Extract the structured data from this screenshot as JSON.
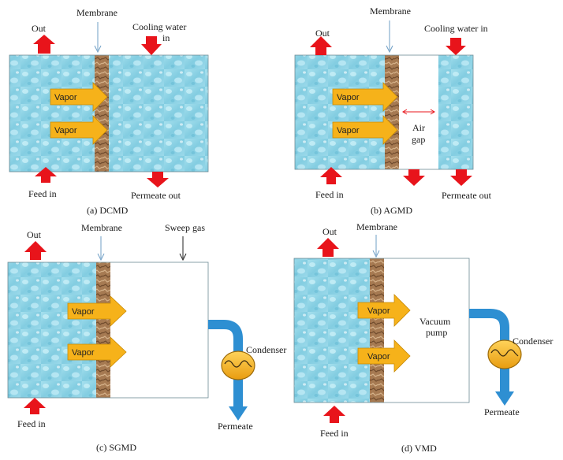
{
  "colors": {
    "water": "#8fd4e4",
    "water_dark": "#5bb9d2",
    "membrane": "#a67a52",
    "membrane_dark": "#6e4a2c",
    "red_arrow": "#e8141b",
    "vapor_arrow": "#f6b21a",
    "blue_pipe": "#2e8fd2",
    "condenser": "#f4b21c"
  },
  "icons": {
    "out": "red-arrow-up-icon",
    "feed": "red-arrow-up-icon",
    "cooling": "red-arrow-down-icon",
    "permeate": "red-arrow-down-icon",
    "vapor": "yellow-arrow-right-icon",
    "condenser": "condenser-icon",
    "pointer": "thin-arrow-down-icon"
  },
  "panels": {
    "dcmd": {
      "caption": "(a) DCMD",
      "out": "Out",
      "membrane": "Membrane",
      "cooling_1": "Cooling water",
      "cooling_2": "in",
      "vapor": [
        "Vapor",
        "Vapor"
      ],
      "feed": "Feed in",
      "permeate": "Permeate out"
    },
    "agmd": {
      "caption": "(b) AGMD",
      "out": "Out",
      "membrane": "Membrane",
      "cooling": "Cooling water in",
      "vapor": [
        "Vapor",
        "Vapor"
      ],
      "air_1": "Air",
      "air_2": "gap",
      "feed": "Feed in",
      "permeate": "Permeate out"
    },
    "sgmd": {
      "caption": "(c) SGMD",
      "out": "Out",
      "membrane": "Membrane",
      "sweep": "Sweep gas",
      "vapor": [
        "Vapor",
        "Vapor"
      ],
      "condenser": "Condenser",
      "permeate": "Permeate",
      "feed": "Feed in"
    },
    "vmd": {
      "caption": "(d) VMD",
      "out": "Out",
      "membrane": "Membrane",
      "vapor": [
        "Vapor",
        "Vapor"
      ],
      "vacuum_1": "Vacuum",
      "vacuum_2": "pump",
      "condenser": "Condenser",
      "permeate": "Permeate",
      "feed": "Feed in"
    }
  }
}
